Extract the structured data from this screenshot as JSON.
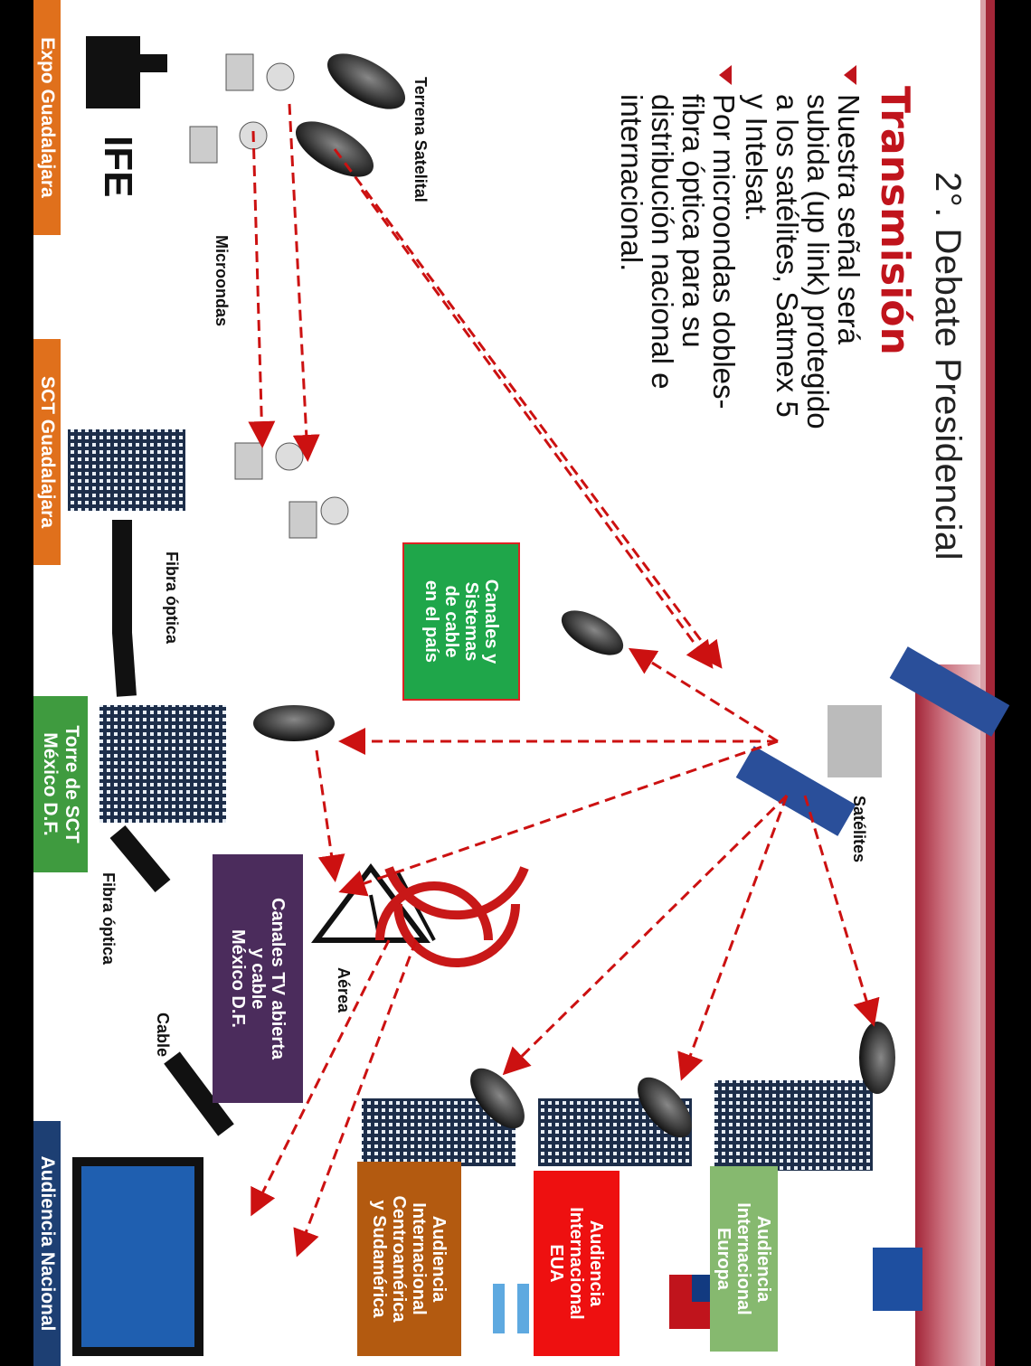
{
  "slide": {
    "title": "2°. Debate Presidencial",
    "subtitle": "Transmisión",
    "bullets": [
      "Nuestra señal será\nsubida (up link) protegido\na los satélites, Satmex 5\ny Intelsat.",
      "Por microondas dobles-\nfibra óptica para su\ndistribución nacional e\ninternacional."
    ]
  },
  "side_labels": {
    "expo": "Expo Guadalajara",
    "sct": "SCT Guadalajara",
    "torre": "Torre de SCT\nMéxico D.F.",
    "audiencia_nacional": "Audiencia Nacional"
  },
  "logo_text": "IFE",
  "labels": {
    "terrena": "Terrena Satelital",
    "microondas": "Microondas",
    "fibra1": "Fibra óptica",
    "fibra2": "Fibra óptica",
    "cable": "Cable",
    "aerea": "Aérea",
    "satelites": "Satélites"
  },
  "boxes": {
    "canales_pais": "Canales y\nSistemas\nde cable\nen el país",
    "canales_tv": "Canales TV abierta\ny cable\nMéxico D.F.",
    "europa": "Audiencia\nInternacional\nEuropa",
    "eua": "Audiencia\nInternacional\nEUA",
    "centro": "Audiencia\nInternacional\nCentroamérica\ny Sudamérica"
  },
  "colors": {
    "brand_red": "#a32638",
    "arrow_red": "#cc1111",
    "expo_orange": "#e0701c",
    "torre_green": "#3f9b3f",
    "nacional_blue": "#1d3f73",
    "box_green": "#1fa64a",
    "box_purple": "#4b2c5c",
    "box_lightgreen": "#86b96f",
    "box_red": "#ee1010",
    "box_brown": "#b35a10"
  }
}
